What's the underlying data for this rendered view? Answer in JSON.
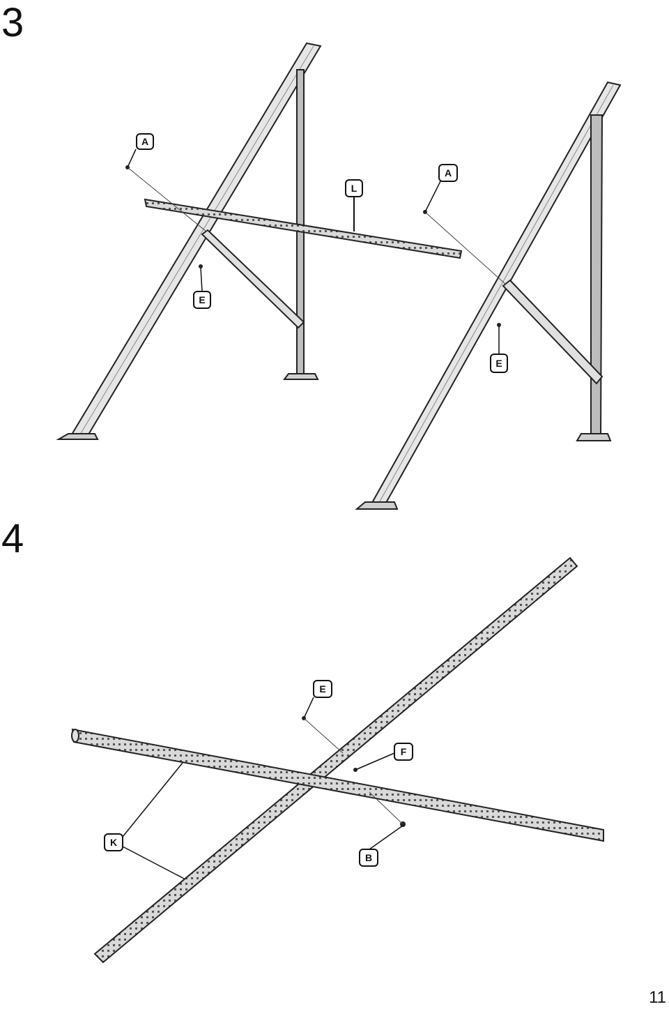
{
  "page_number": "11",
  "steps": [
    {
      "number": "3",
      "labels": [
        "A",
        "L",
        "A",
        "E",
        "E"
      ]
    },
    {
      "number": "4",
      "labels": [
        "E",
        "F",
        "K",
        "B"
      ]
    }
  ]
}
